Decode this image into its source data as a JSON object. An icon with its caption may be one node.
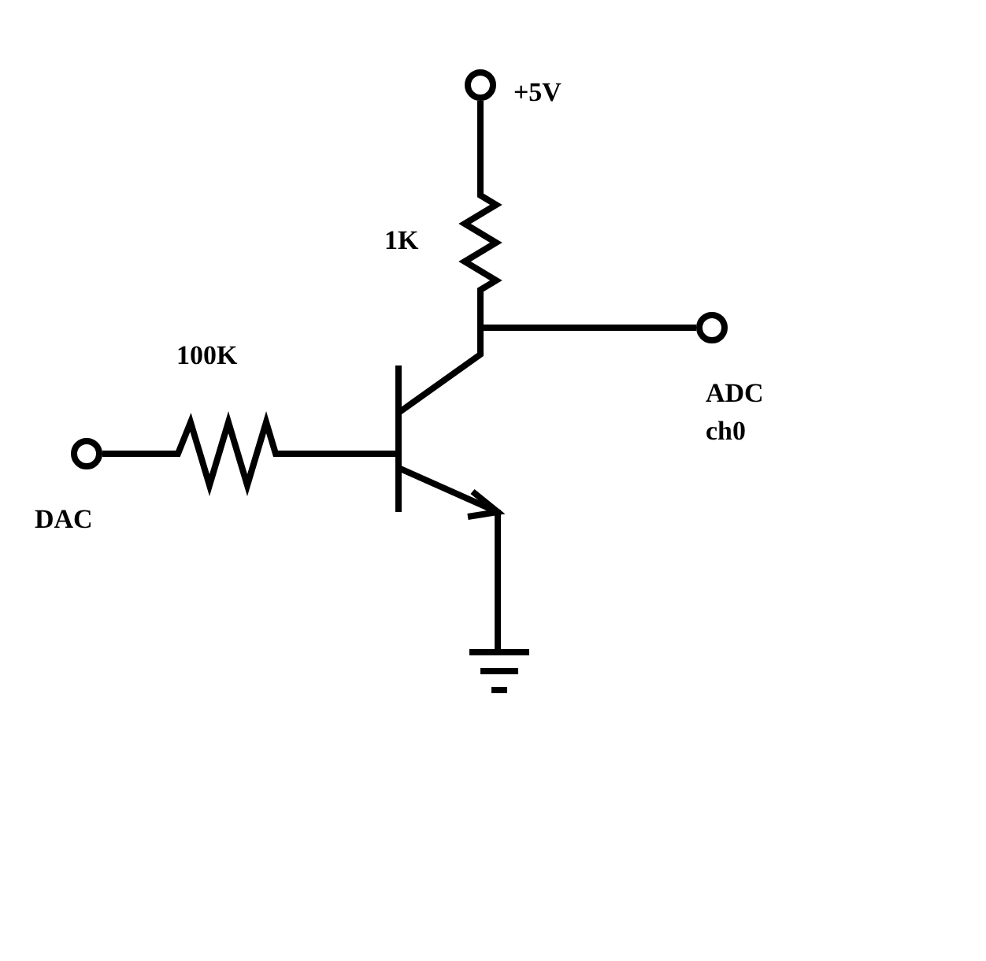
{
  "diagram": {
    "nodes": [
      {
        "text": [],
        "shape": "circle",
        "beside": [
          "+5V"
        ]
      },
      {
        "text": [],
        "shape": "resistor",
        "beside": [
          "1K"
        ]
      },
      {
        "text": [],
        "shape": "circle",
        "beside": [
          "ADC ch0"
        ]
      },
      {
        "text": [],
        "shape": "circle",
        "beside": [
          "DAC"
        ]
      },
      {
        "text": [],
        "shape": "resistor",
        "beside": [
          "100K"
        ]
      },
      {
        "text": [],
        "shape": "transistor"
      },
      {
        "text": [],
        "shape": "ground"
      }
    ],
    "edges": [
      {
        "from": 0,
        "to": 1,
        "arrow": "none"
      },
      {
        "from": 1,
        "to": 5,
        "arrow": "none"
      },
      {
        "from": 1,
        "to": 2,
        "arrow": "none"
      },
      {
        "from": 3,
        "to": 4,
        "arrow": "none"
      },
      {
        "from": 4,
        "to": 5,
        "arrow": "none"
      },
      {
        "from": 5,
        "to": 6,
        "arrow": "none"
      }
    ]
  }
}
